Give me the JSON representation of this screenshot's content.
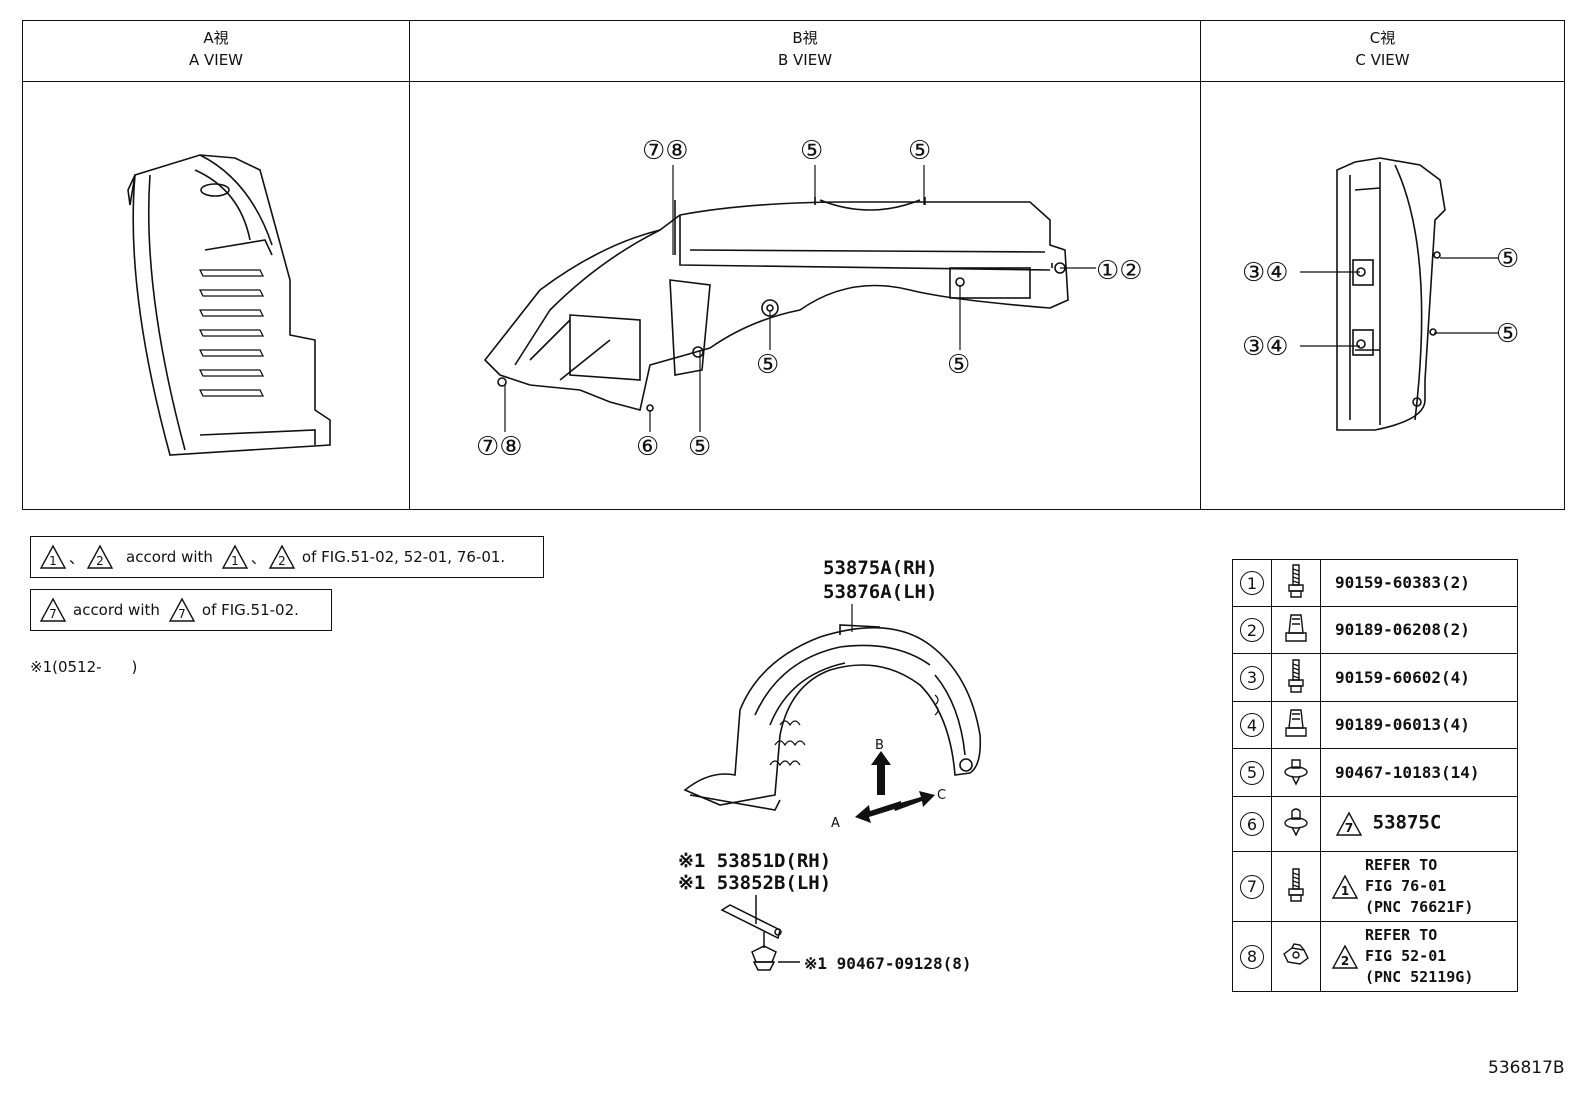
{
  "views": [
    {
      "jp": "A視",
      "en": "A VIEW"
    },
    {
      "jp": "B視",
      "en": "B VIEW"
    },
    {
      "jp": "C視",
      "en": "C VIEW"
    }
  ],
  "b_view_callouts": {
    "c78_top": "⑦⑧",
    "c5_top1": "⑤",
    "c5_top2": "⑤",
    "c12": "①②",
    "c5_mid1": "⑤",
    "c5_mid2": "⑤",
    "c78_bot": "⑦⑧",
    "c6": "⑥",
    "c5_bot": "⑤"
  },
  "c_view_callouts": {
    "c34_a": "③④",
    "c34_b": "③④",
    "c5_a": "⑤",
    "c5_b": "⑤"
  },
  "notes": {
    "note1": {
      "t1": "1",
      "sep": "、",
      "t2": "2",
      "text1": "accord with",
      "t3": "1",
      "sep2": "、",
      "t4": "2",
      "text2": "of FIG.51-02, 52-01, 76-01."
    },
    "note2": {
      "t1": "7",
      "text1": "accord with",
      "t2": "7",
      "text2": "of FIG.51-02."
    },
    "note3": "※1(0512-　　)"
  },
  "main_part": {
    "rh": "53875A(RH)",
    "lh": "53876A(LH)"
  },
  "arrows": {
    "a": "A",
    "b": "B",
    "c": "C"
  },
  "bracket_part": {
    "rh": "※1 53851D(RH)",
    "lh": "※1 53852B(LH)",
    "fastener": "※1 90467-09128(8)"
  },
  "parts_table": [
    {
      "num": "1",
      "icon": "bolt-icon",
      "text": "90159-60383(2)"
    },
    {
      "num": "2",
      "icon": "nut-icon",
      "text": "90189-06208(2)"
    },
    {
      "num": "3",
      "icon": "bolt-icon",
      "text": "90159-60602(4)"
    },
    {
      "num": "4",
      "icon": "nut-icon",
      "text": "90189-06013(4)"
    },
    {
      "num": "5",
      "icon": "clip-icon",
      "text": "90467-10183(14)"
    },
    {
      "num": "6",
      "icon": "clip-icon",
      "tri": "7",
      "text": "53875C"
    },
    {
      "num": "7",
      "icon": "bolt-icon",
      "tri": "1",
      "lines": [
        "REFER TO",
        "FIG 76-01",
        "(PNC 76621F)"
      ]
    },
    {
      "num": "8",
      "icon": "clip-nut-icon",
      "tri": "2",
      "lines": [
        "REFER TO",
        "FIG 52-01",
        "(PNC 52119G)"
      ]
    }
  ],
  "figure_id": "536817B"
}
